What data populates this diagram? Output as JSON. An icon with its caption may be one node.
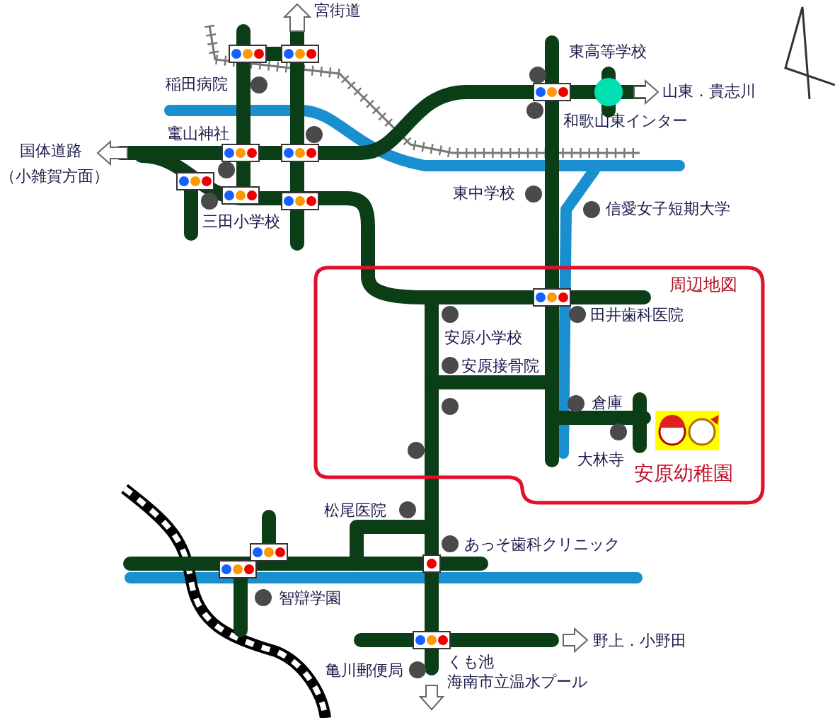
{
  "diagram": {
    "nodes": [
      {
        "text": [
          "周辺地図"
        ]
      }
    ],
    "labels": [
      "宮街道",
      "東高等学校",
      "稲田病院",
      "山東．貴志川",
      "竃山神社",
      "和歌山東インター",
      "国体道路",
      "（小雑賀方面）",
      "東中学校",
      "三田小学校",
      "信愛女子短期大学",
      "田井歯科医院",
      "安原小学校",
      "安原接骨院",
      "倉庫",
      "大林寺",
      "安原幼稚園",
      "松尾医院",
      "あっそ歯科クリニック",
      "智辯学園",
      "野上．小野田",
      "亀川郵便局",
      "くも池",
      "海南市立温水プール"
    ]
  }
}
